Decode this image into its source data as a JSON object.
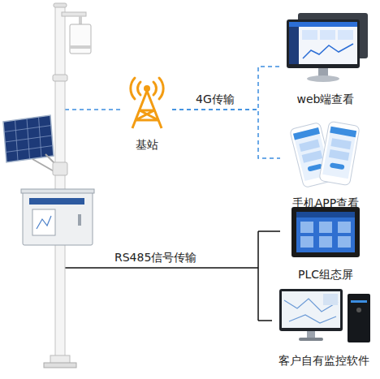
{
  "diagram": {
    "nodes": [
      {
        "text": [
          "基站"
        ]
      },
      {
        "text": [
          "web端查看"
        ]
      },
      {
        "text": [
          "手机APP查看"
        ]
      },
      {
        "text": [
          "PLC组态屏"
        ]
      },
      {
        "text": [
          "客户自有监控软件"
        ]
      }
    ],
    "edges": [
      {
        "from": 0,
        "to": 1,
        "arrow": "none",
        "label": "4G传输"
      },
      {
        "from": 0,
        "to": 2,
        "arrow": "none"
      }
    ],
    "labels": [
      "RS485信号传输"
    ]
  }
}
